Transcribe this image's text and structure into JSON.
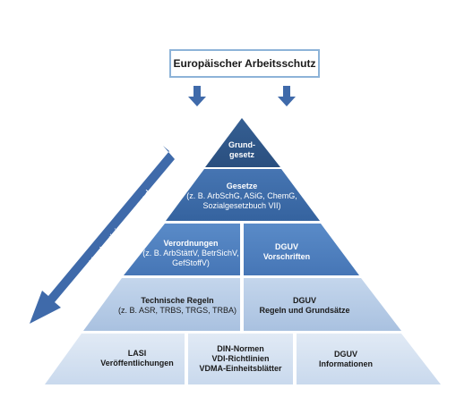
{
  "top_box": {
    "label": "Europäischer Arbeitsschutz"
  },
  "arrow_label": "Konkretisierungsgrad",
  "pyramid": {
    "level1": {
      "title": "Grund-\ngesetz"
    },
    "level2": {
      "title": "Gesetze",
      "subtitle": "(z. B. ArbSchG, ASiG, ChemG,\nSozialgesetzbuch VII)"
    },
    "level3_left": {
      "title": "Verordnungen",
      "subtitle": "(z. B. ArbStättV, BetrSichV,\nGefStoffV)"
    },
    "level3_right": {
      "title": "DGUV\nVorschriften"
    },
    "level4_left": {
      "title": "Technische Regeln",
      "subtitle": "(z. B. ASR, TRBS, TRGS, TRBA)"
    },
    "level4_right": {
      "title": "DGUV\nRegeln und Grundsätze"
    },
    "level5_left": {
      "title": "LASI\nVeröffentlichungen"
    },
    "level5_mid": {
      "title": "DIN-Normen\nVDI-Richtlinien\nVDMA-Einheitsblätter"
    },
    "level5_right": {
      "title": "DGUV\nInformationen"
    }
  },
  "colors": {
    "top": "#2f5788",
    "tier2": "#3c6ba8",
    "tier3": "#4d80c0",
    "tier4": "#b9cde6",
    "tier5": "#d6e3f1",
    "arrow": "#3f6aaa",
    "box_border": "#8db3d8"
  }
}
